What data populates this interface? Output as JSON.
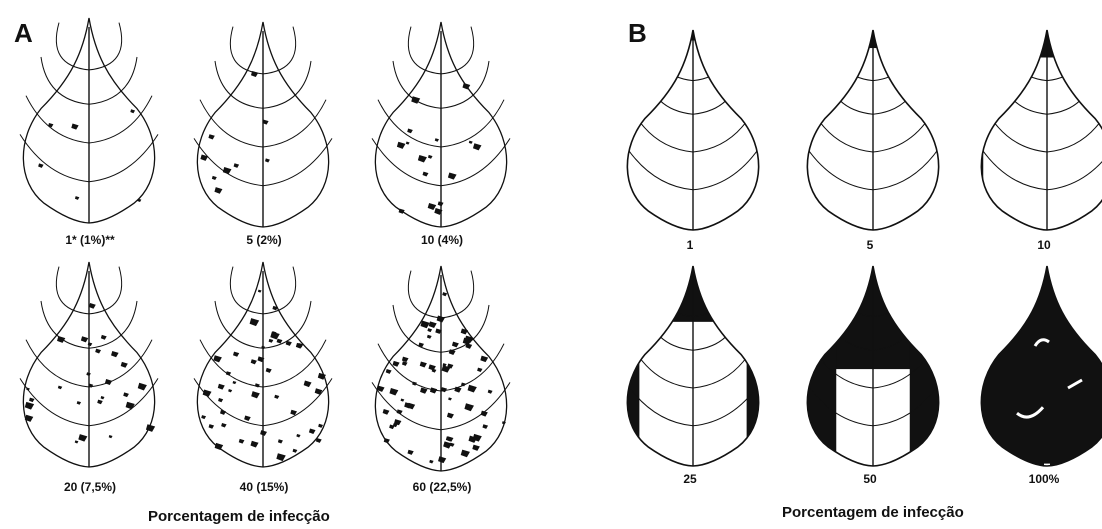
{
  "panel_a": {
    "letter": "A",
    "footer": "Porcentagem de infecção",
    "leaves": [
      {
        "label": "1* (1%)**",
        "spots": 6
      },
      {
        "label": "5 (2%)",
        "spots": 9
      },
      {
        "label": "10 (4%)",
        "spots": 16
      },
      {
        "label": "20 (7,5%)",
        "spots": 26
      },
      {
        "label": "40 (15%)",
        "spots": 45
      },
      {
        "label": "60 (22,5%)",
        "spots": 62
      }
    ]
  },
  "panel_b": {
    "letter": "B",
    "footer": "Porcentagem de infecção",
    "leaves": [
      {
        "label": "1",
        "severity": 0.01
      },
      {
        "label": "5",
        "severity": 0.05
      },
      {
        "label": "10",
        "severity": 0.1
      },
      {
        "label": "25",
        "severity": 0.25
      },
      {
        "label": "50",
        "severity": 0.5
      },
      {
        "label": "100%",
        "severity": 1.0
      }
    ]
  },
  "colors": {
    "ink": "#111111",
    "paper": "#ffffff"
  }
}
